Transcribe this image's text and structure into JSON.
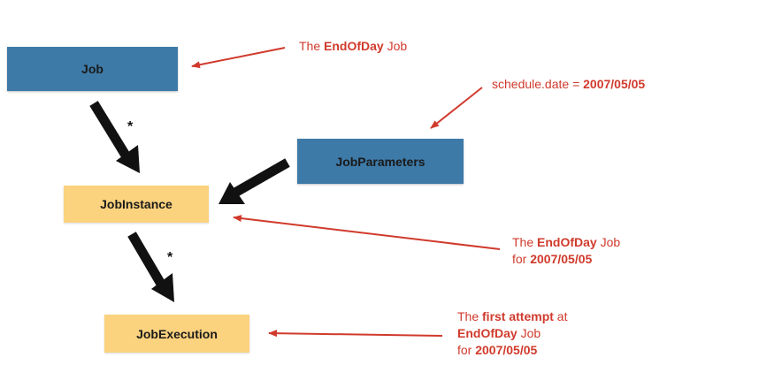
{
  "nodes": {
    "job": {
      "label": "Job"
    },
    "job_parameters": {
      "label": "JobParameters"
    },
    "job_instance": {
      "label": "JobInstance"
    },
    "job_execution": {
      "label": "JobExecution"
    }
  },
  "multiplicity": {
    "job_to_instance": "*",
    "instance_to_execution": "*"
  },
  "annotations": {
    "job": {
      "prefix": "The ",
      "bold": "EndOfDay",
      "suffix": " Job"
    },
    "params": {
      "prefix": "schedule.date = ",
      "bold": "2007/05/05"
    },
    "instance": {
      "line1_prefix": "The ",
      "line1_bold": "EndOfDay",
      "line1_suffix": " Job",
      "line2_prefix": "for ",
      "line2_bold": "2007/05/05"
    },
    "execution": {
      "line1_prefix": "The ",
      "line1_bold": "first attempt",
      "line1_suffix": " at",
      "line2_bold": "EndOfDay",
      "line2_suffix": " Job",
      "line3_prefix": "for ",
      "line3_bold": "2007/05/05"
    }
  },
  "colors": {
    "blue_box": "#3d7aa8",
    "yellow_box": "#fbd27e",
    "annotation_red": "#d03a2c",
    "arrow_black": "#111111"
  }
}
